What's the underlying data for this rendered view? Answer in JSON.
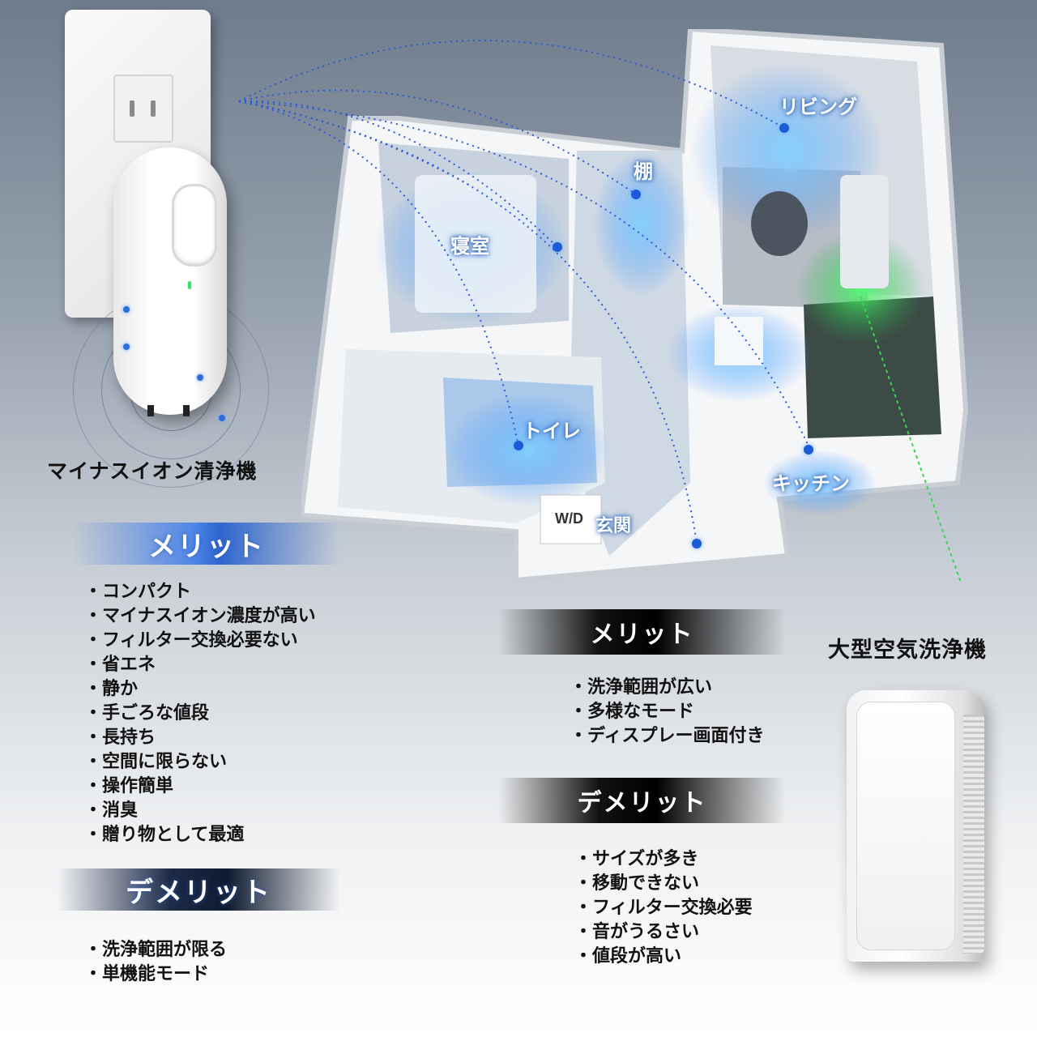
{
  "device": {
    "title": "マイナスイオン清浄機"
  },
  "floor_plan": {
    "rooms": {
      "living": "リビング",
      "shelf": "棚",
      "bedroom": "寝室",
      "toilet": "トイレ",
      "kitchen": "キッチン",
      "washer": "W/D",
      "entrance": "玄関"
    }
  },
  "left": {
    "merit_title": "メリット",
    "merits": [
      "コンパクト",
      "マイナスイオン濃度が高い",
      "フィルター交換必要ない",
      "省エネ",
      "静か",
      "手ごろな値段",
      "長持ち",
      "空間に限らない",
      "操作簡単",
      "消臭",
      "贈り物として最適"
    ],
    "demerit_title": "デメリット",
    "demerits": [
      "洗浄範囲が限る",
      "単機能モード"
    ]
  },
  "right": {
    "product_title": "大型空気洗浄機",
    "merit_title": "メリット",
    "merits": [
      "洗浄範囲が広い",
      "多様なモード",
      "ディスプレー画面付き"
    ],
    "demerit_title": "デメリット",
    "demerits": [
      "サイズが多き",
      "移動できない",
      "フィルター交換必要",
      "音がうるさい",
      "値段が高い"
    ]
  },
  "colors": {
    "ion_blue": "#1d5bd6",
    "glow_green": "#34e05a",
    "header_blue": "#4f86e8",
    "header_black": "#000000"
  }
}
